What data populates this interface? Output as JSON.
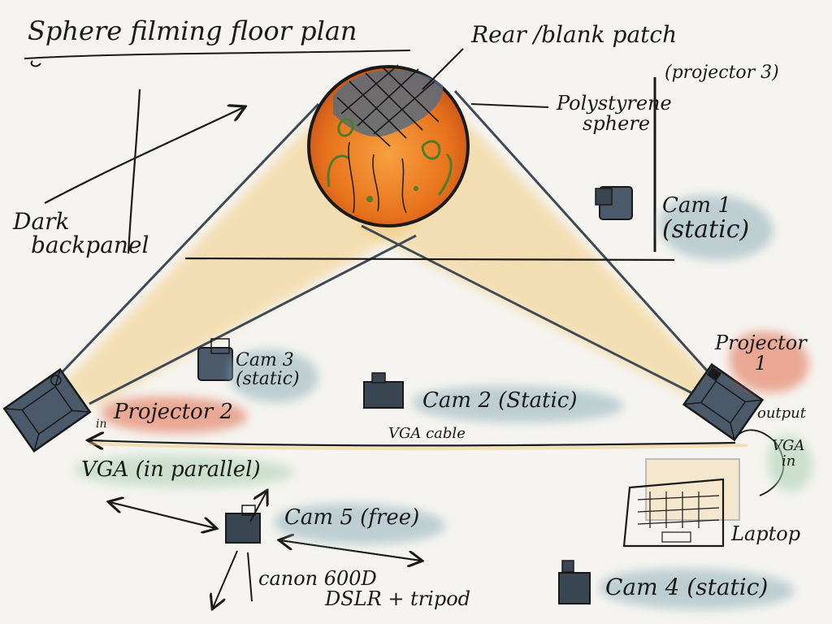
{
  "title": "Sphere filming floor plan",
  "labels": {
    "rear_patch_line1": "Rear /blank patch",
    "rear_patch_line2": "(projector 3)",
    "sphere_line1": "Polystyrene",
    "sphere_line2": "sphere",
    "backdrop_line1": "Dark",
    "backdrop_line2": "backpanel",
    "cam1_line1": "Cam 1",
    "cam1_line2": "(static)",
    "cam2": "Cam 2 (Static)",
    "cam3_line1": "Cam 3",
    "cam3_line2": "(static)",
    "cam4": "Cam 4 (static)",
    "cam5": "Cam 5 (free)",
    "cam5_note_line1": "canon 600D",
    "cam5_note_line2": "DSLR + tripod",
    "projector1_line1": "Projector",
    "projector1_line2": "1",
    "projector2": "Projector 2",
    "projector2_in": "in",
    "output": "output",
    "vga_in_line1": "VGA",
    "vga_in_line2": "in",
    "vga_cable": "VGA cable",
    "vga_parallel": "VGA (in parallel)",
    "laptop": "Laptop"
  },
  "colors": {
    "ink": "#1a1a1a",
    "sphere_orange": "#e8731c",
    "beam_yellow": "#f2c46a",
    "projector_slate": "#4a5a6a",
    "red_wash": "#e06a4a",
    "teal_wash": "#8fb0b8",
    "green_wash": "#a9cfb0",
    "leaf_green": "#4f7d2a"
  },
  "icons": [
    "sphere-icon",
    "projector-icon",
    "camera-icon",
    "laptop-icon",
    "arrow-icon"
  ]
}
